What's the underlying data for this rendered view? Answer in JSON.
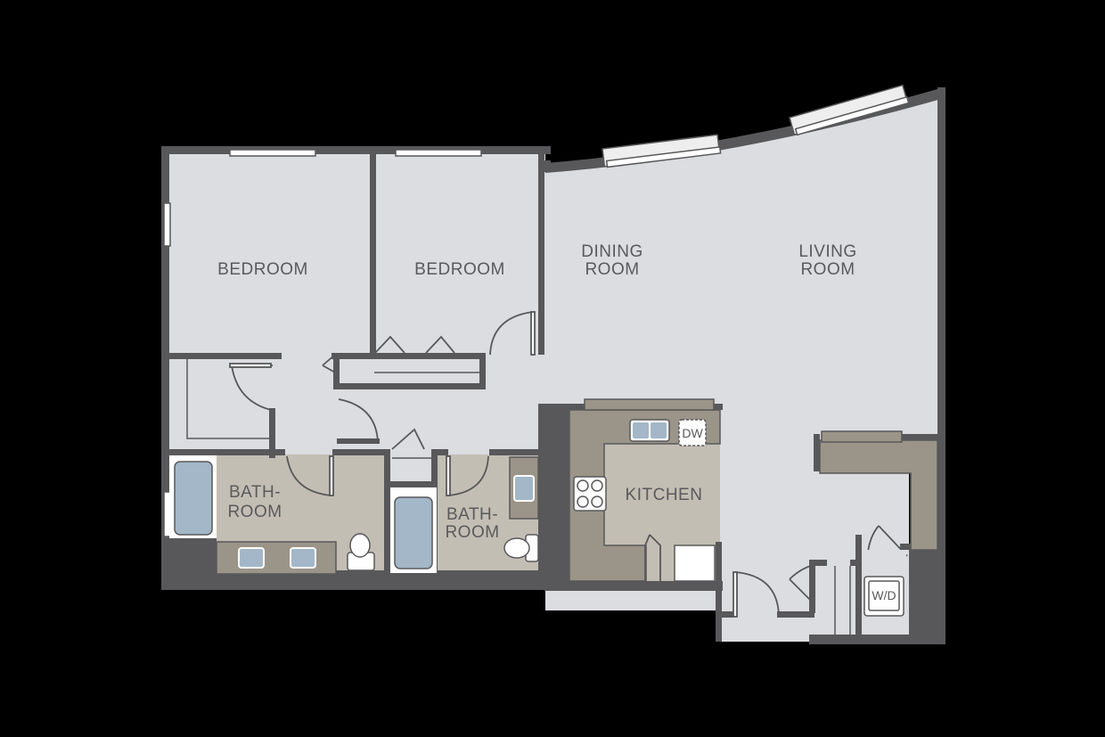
{
  "floorplan": {
    "colors": {
      "background": "#000000",
      "wall": "#58585a",
      "floor": "#dcdde0",
      "bath_floor": "#c3beb4",
      "kitchen_floor": "#c3beb4",
      "counter": "#9b9488",
      "fixture_blue": "#a3b7c8",
      "window": "#ffffff",
      "label": "#5a5a5c"
    },
    "rooms": [
      {
        "id": "bedroom-1",
        "label": "BEDROOM"
      },
      {
        "id": "bedroom-2",
        "label": "BEDROOM"
      },
      {
        "id": "dining-room",
        "label_line1": "DINING",
        "label_line2": "ROOM"
      },
      {
        "id": "living-room",
        "label_line1": "LIVING",
        "label_line2": "ROOM"
      },
      {
        "id": "bathroom-1",
        "label_line1": "BATH-",
        "label_line2": "ROOM"
      },
      {
        "id": "bathroom-2",
        "label_line1": "BATH-",
        "label_line2": "ROOM"
      },
      {
        "id": "kitchen",
        "label": "KITCHEN"
      }
    ],
    "appliances": {
      "dishwasher": "DW",
      "washer_dryer": "W/D"
    }
  }
}
